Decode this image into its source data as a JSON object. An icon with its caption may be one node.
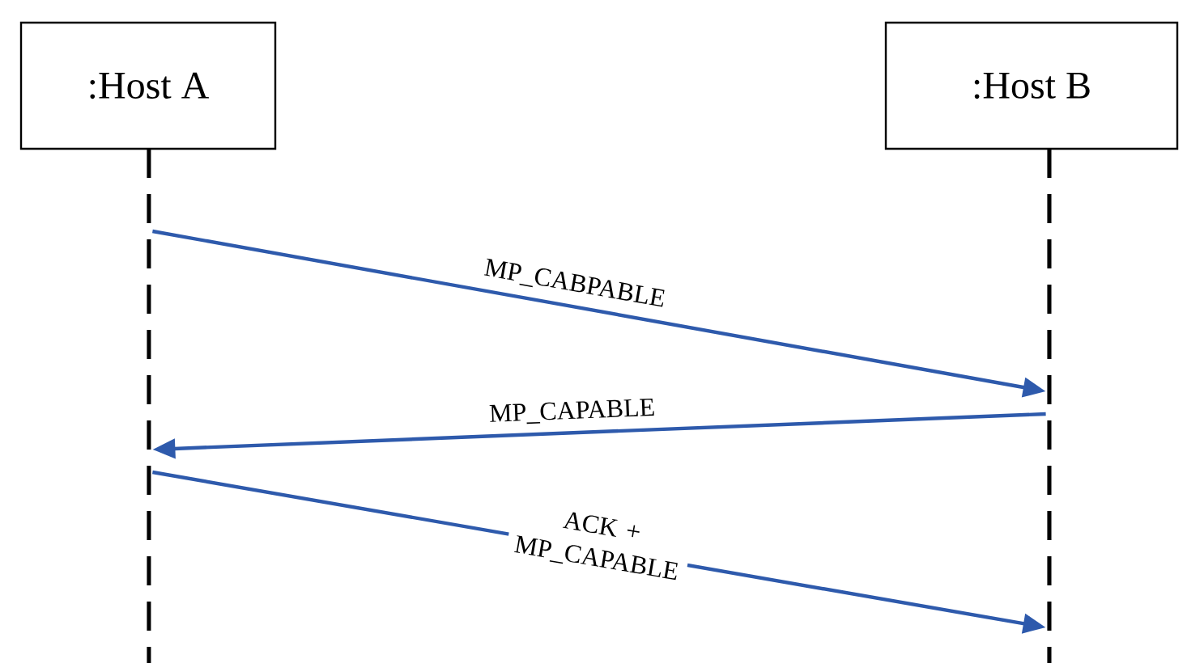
{
  "diagram": {
    "nodes": [
      {
        "text": [
          ":Host A"
        ]
      },
      {
        "text": [
          ":Host B"
        ]
      },
      {
        "text": [],
        "shape": "line"
      },
      {
        "text": [],
        "shape": "line"
      }
    ],
    "edges": [
      {
        "from": 2,
        "to": 3,
        "arrow": "to",
        "label": "MP_CABPABLE"
      },
      {
        "from": 3,
        "to": 2,
        "arrow": "to",
        "label": "MP_CAPABLE"
      },
      {
        "from": 2,
        "to": 3,
        "arrow": "to",
        "label": "ACK + MP_CAPABLE"
      }
    ]
  }
}
